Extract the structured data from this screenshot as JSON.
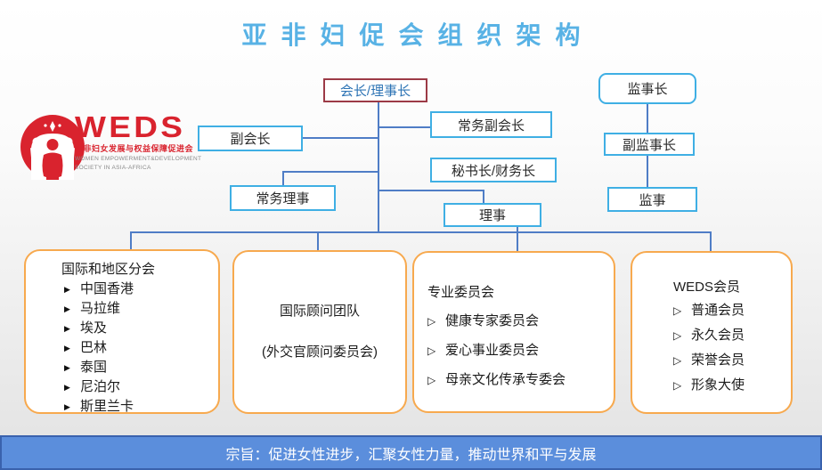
{
  "title": "亚非妇促会组织架构",
  "logo": {
    "acronym": "WEDS",
    "chinese_name": "亚非妇女发展与权益保障促进会",
    "english_line1": "WOMEN EMPOWERMENT&DEVELOPMENT",
    "english_line2": "SOCIETY IN ASIA-AFRICA"
  },
  "org_chart": {
    "chairman": "会长/理事长",
    "vice_chairman": "副会长",
    "executive_vice_chairman": "常务副会长",
    "secretary_treasurer": "秘书长/财务长",
    "executive_director": "常务理事",
    "director": "理事",
    "chief_supervisor": "监事长",
    "deputy_chief_supervisor": "副监事长",
    "supervisor": "监事"
  },
  "groups": [
    {
      "title": "国际和地区分会",
      "bullet": "▶",
      "items": [
        "中国香港",
        "马拉维",
        "埃及",
        "巴林",
        "泰国",
        "尼泊尔",
        "斯里兰卡"
      ]
    },
    {
      "title": "国际顾问团队",
      "subtitle": "(外交官顾问委员会)"
    },
    {
      "title": "专业委员会",
      "bullet": "▷",
      "items": [
        "健康专家委员会",
        "爱心事业委员会",
        "母亲文化传承专委会"
      ]
    },
    {
      "title": "WEDS会员",
      "bullet": "▷",
      "items": [
        "普通会员",
        "永久会员",
        "荣誉会员",
        "形象大使"
      ]
    }
  ],
  "footer": {
    "motto": "宗旨：促进女性进步，汇聚女性力量，推动世界和平与发展"
  },
  "colors": {
    "title_blue": "#58b2e5",
    "connector_blue": "#4f7dc6",
    "box_border_cyan": "#3fafe4",
    "chairman_border_red": "#9c3a46",
    "chairman_text_blue": "#2e74b5",
    "group_border_orange": "#f7a94e",
    "logo_red": "#d9232e",
    "banner_fill": "#5b8edc",
    "banner_border": "#3a62ad"
  }
}
